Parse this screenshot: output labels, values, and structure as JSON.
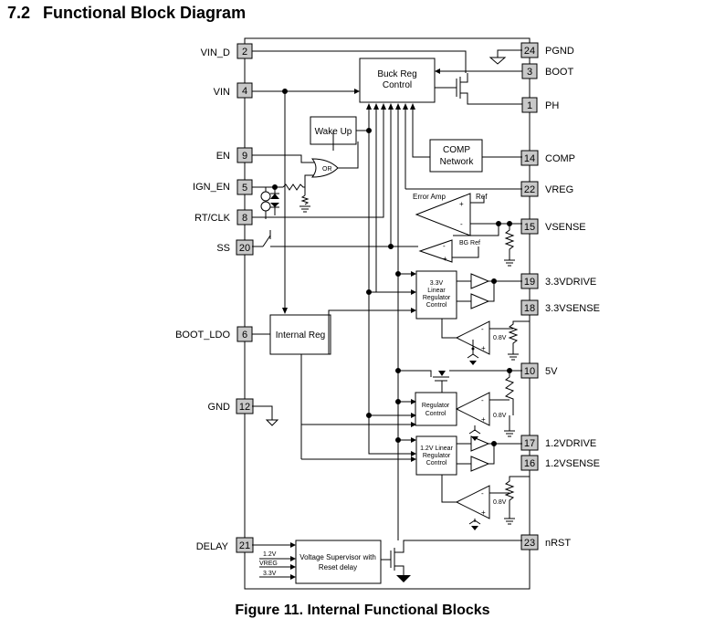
{
  "heading": {
    "number": "7.2",
    "title": "Functional Block Diagram"
  },
  "caption": "Figure 11.  Internal Functional Blocks",
  "pins": [
    {
      "num": "2",
      "name": "VIN_D"
    },
    {
      "num": "4",
      "name": "VIN"
    },
    {
      "num": "9",
      "name": "EN"
    },
    {
      "num": "5",
      "name": "IGN_EN"
    },
    {
      "num": "8",
      "name": "RT/CLK"
    },
    {
      "num": "20",
      "name": "SS"
    },
    {
      "num": "6",
      "name": "BOOT_LDO"
    },
    {
      "num": "12",
      "name": "GND"
    },
    {
      "num": "21",
      "name": "DELAY"
    },
    {
      "num": "24",
      "name": "PGND"
    },
    {
      "num": "3",
      "name": "BOOT"
    },
    {
      "num": "1",
      "name": "PH"
    },
    {
      "num": "14",
      "name": "COMP"
    },
    {
      "num": "22",
      "name": "VREG"
    },
    {
      "num": "15",
      "name": "VSENSE"
    },
    {
      "num": "19",
      "name": "3.3VDRIVE"
    },
    {
      "num": "18",
      "name": "3.3VSENSE"
    },
    {
      "num": "10",
      "name": "5V"
    },
    {
      "num": "17",
      "name": "1.2VDRIVE"
    },
    {
      "num": "16",
      "name": "1.2VSENSE"
    },
    {
      "num": "23",
      "name": "nRST"
    }
  ],
  "blocks": {
    "buck_line1": "Buck Reg",
    "buck_line2": "Control",
    "wake_up": "Wake Up",
    "comp_line1": "COMP",
    "comp_line2": "Network",
    "internal_reg": "Internal Reg",
    "vs_line1": "Voltage Supervisor with",
    "vs_line2": "Reset delay",
    "lin33_line1": "3.3V",
    "lin33_line2": "Linear",
    "lin33_line3": "Regulator",
    "lin33_line4": "Control",
    "reg_line1": "Regulator",
    "reg_line2": "Control",
    "lin12_line1": "1.2V Linear",
    "lin12_line2": "Regulator",
    "lin12_line3": "Control"
  },
  "labels": {
    "or_gate": "OR",
    "error_amp": "Error Amp",
    "ref": "Ref",
    "bg_ref": "BG Ref",
    "v08": "0.8V",
    "plus": "+",
    "minus": "-",
    "vs_in_12": "1.2V",
    "vs_in_vreg": "VREG",
    "vs_in_33": "3.3V"
  }
}
